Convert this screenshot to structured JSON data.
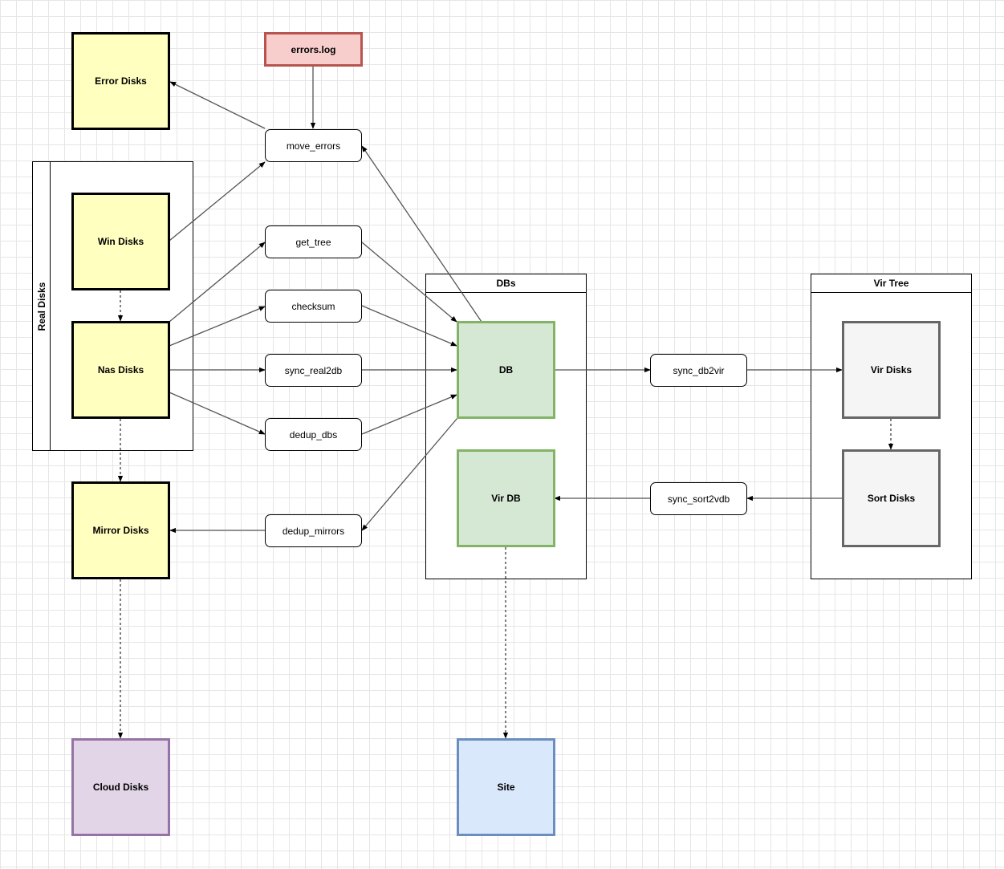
{
  "containers": {
    "real_disks": "Real Disks",
    "dbs": "DBs",
    "vir_tree": "Vir Tree"
  },
  "disks": {
    "error": "Error Disks",
    "win": "Win Disks",
    "nas": "Nas Disks",
    "mirror": "Mirror Disks",
    "cloud": "Cloud Disks",
    "db": "DB",
    "vir_db": "Vir DB",
    "site": "Site",
    "vir": "Vir Disks",
    "sort": "Sort Disks"
  },
  "log": {
    "errors": "errors.log"
  },
  "processes": {
    "move_errors": "move_errors",
    "get_tree": "get_tree",
    "checksum": "checksum",
    "sync_real2db": "sync_real2db",
    "dedup_dbs": "dedup_dbs",
    "dedup_mirrors": "dedup_mirrors",
    "sync_db2vir": "sync_db2vir",
    "sync_sort2vdb": "sync_sort2vdb"
  },
  "colors": {
    "disk_fill": "#ffffc0",
    "db_fill": "#d5e8d4",
    "db_border": "#82b366",
    "vir_fill": "#f5f5f5",
    "vir_border": "#666666",
    "cloud_fill": "#e1d5e7",
    "cloud_border": "#9673a6",
    "site_fill": "#dae8fc",
    "site_border": "#6c8ebf",
    "log_fill": "#f8cecc",
    "log_border": "#b85450",
    "edge": "#555555"
  }
}
